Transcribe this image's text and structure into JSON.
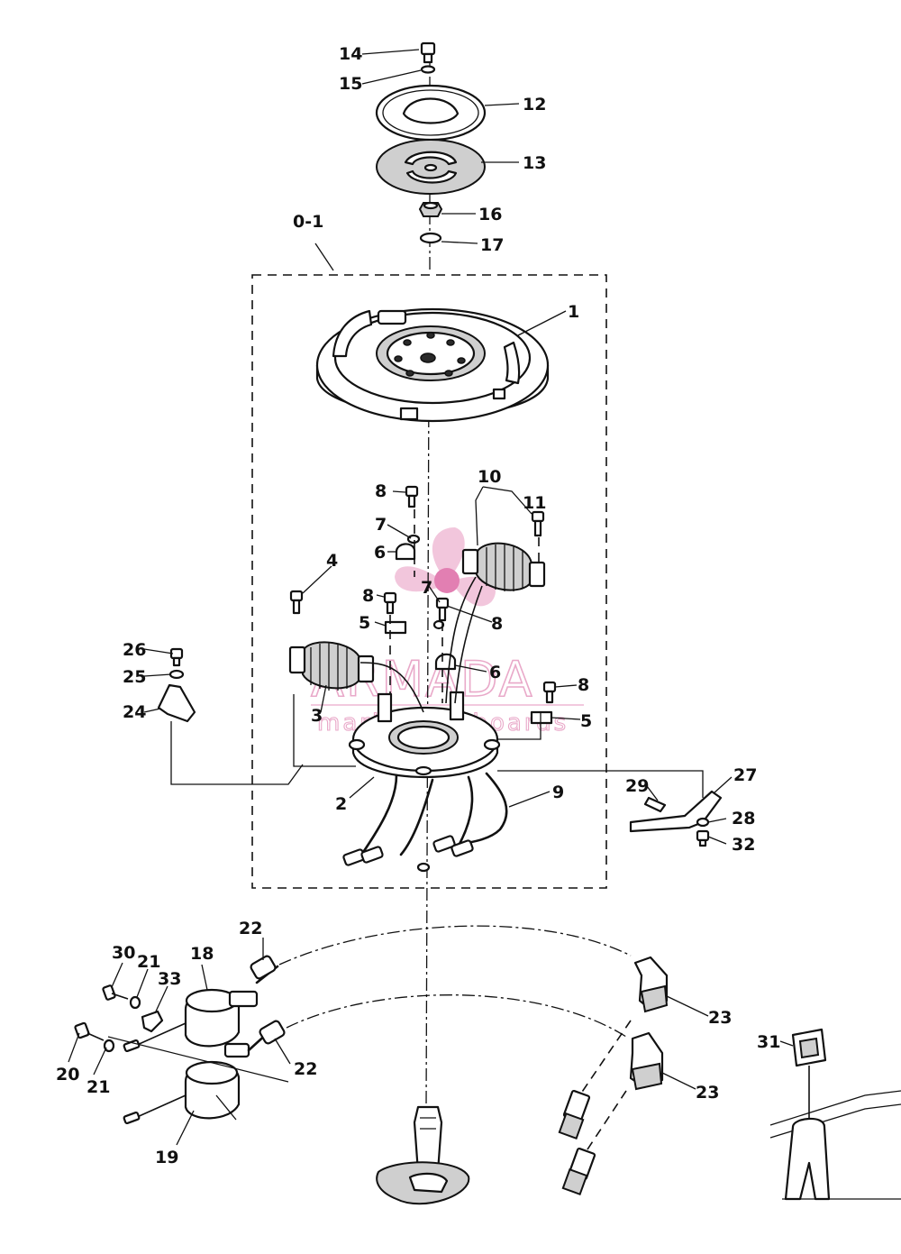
{
  "watermark": {
    "brand": "ARMADA",
    "tagline": "marine outboards",
    "color": "#e9a9c9"
  },
  "labels": {
    "assembly": "0-1",
    "p1": "1",
    "p2": "2",
    "p3": "3",
    "p4": "4",
    "p5a": "5",
    "p5b": "5",
    "p6a": "6",
    "p6b": "6",
    "p7a": "7",
    "p7b": "7",
    "p8a": "8",
    "p8b": "8",
    "p8c": "8",
    "p8d": "8",
    "p9": "9",
    "p10": "10",
    "p11": "11",
    "p12": "12",
    "p13": "13",
    "p14": "14",
    "p15": "15",
    "p16": "16",
    "p17": "17",
    "p18": "18",
    "p19": "19",
    "p20": "20",
    "p21a": "21",
    "p21b": "21",
    "p22a": "22",
    "p22b": "22",
    "p23a": "23",
    "p23b": "23",
    "p24": "24",
    "p25": "25",
    "p26": "26",
    "p27": "27",
    "p28": "28",
    "p29": "29",
    "p30": "30",
    "p31": "31",
    "p32": "32",
    "p33": "33"
  }
}
